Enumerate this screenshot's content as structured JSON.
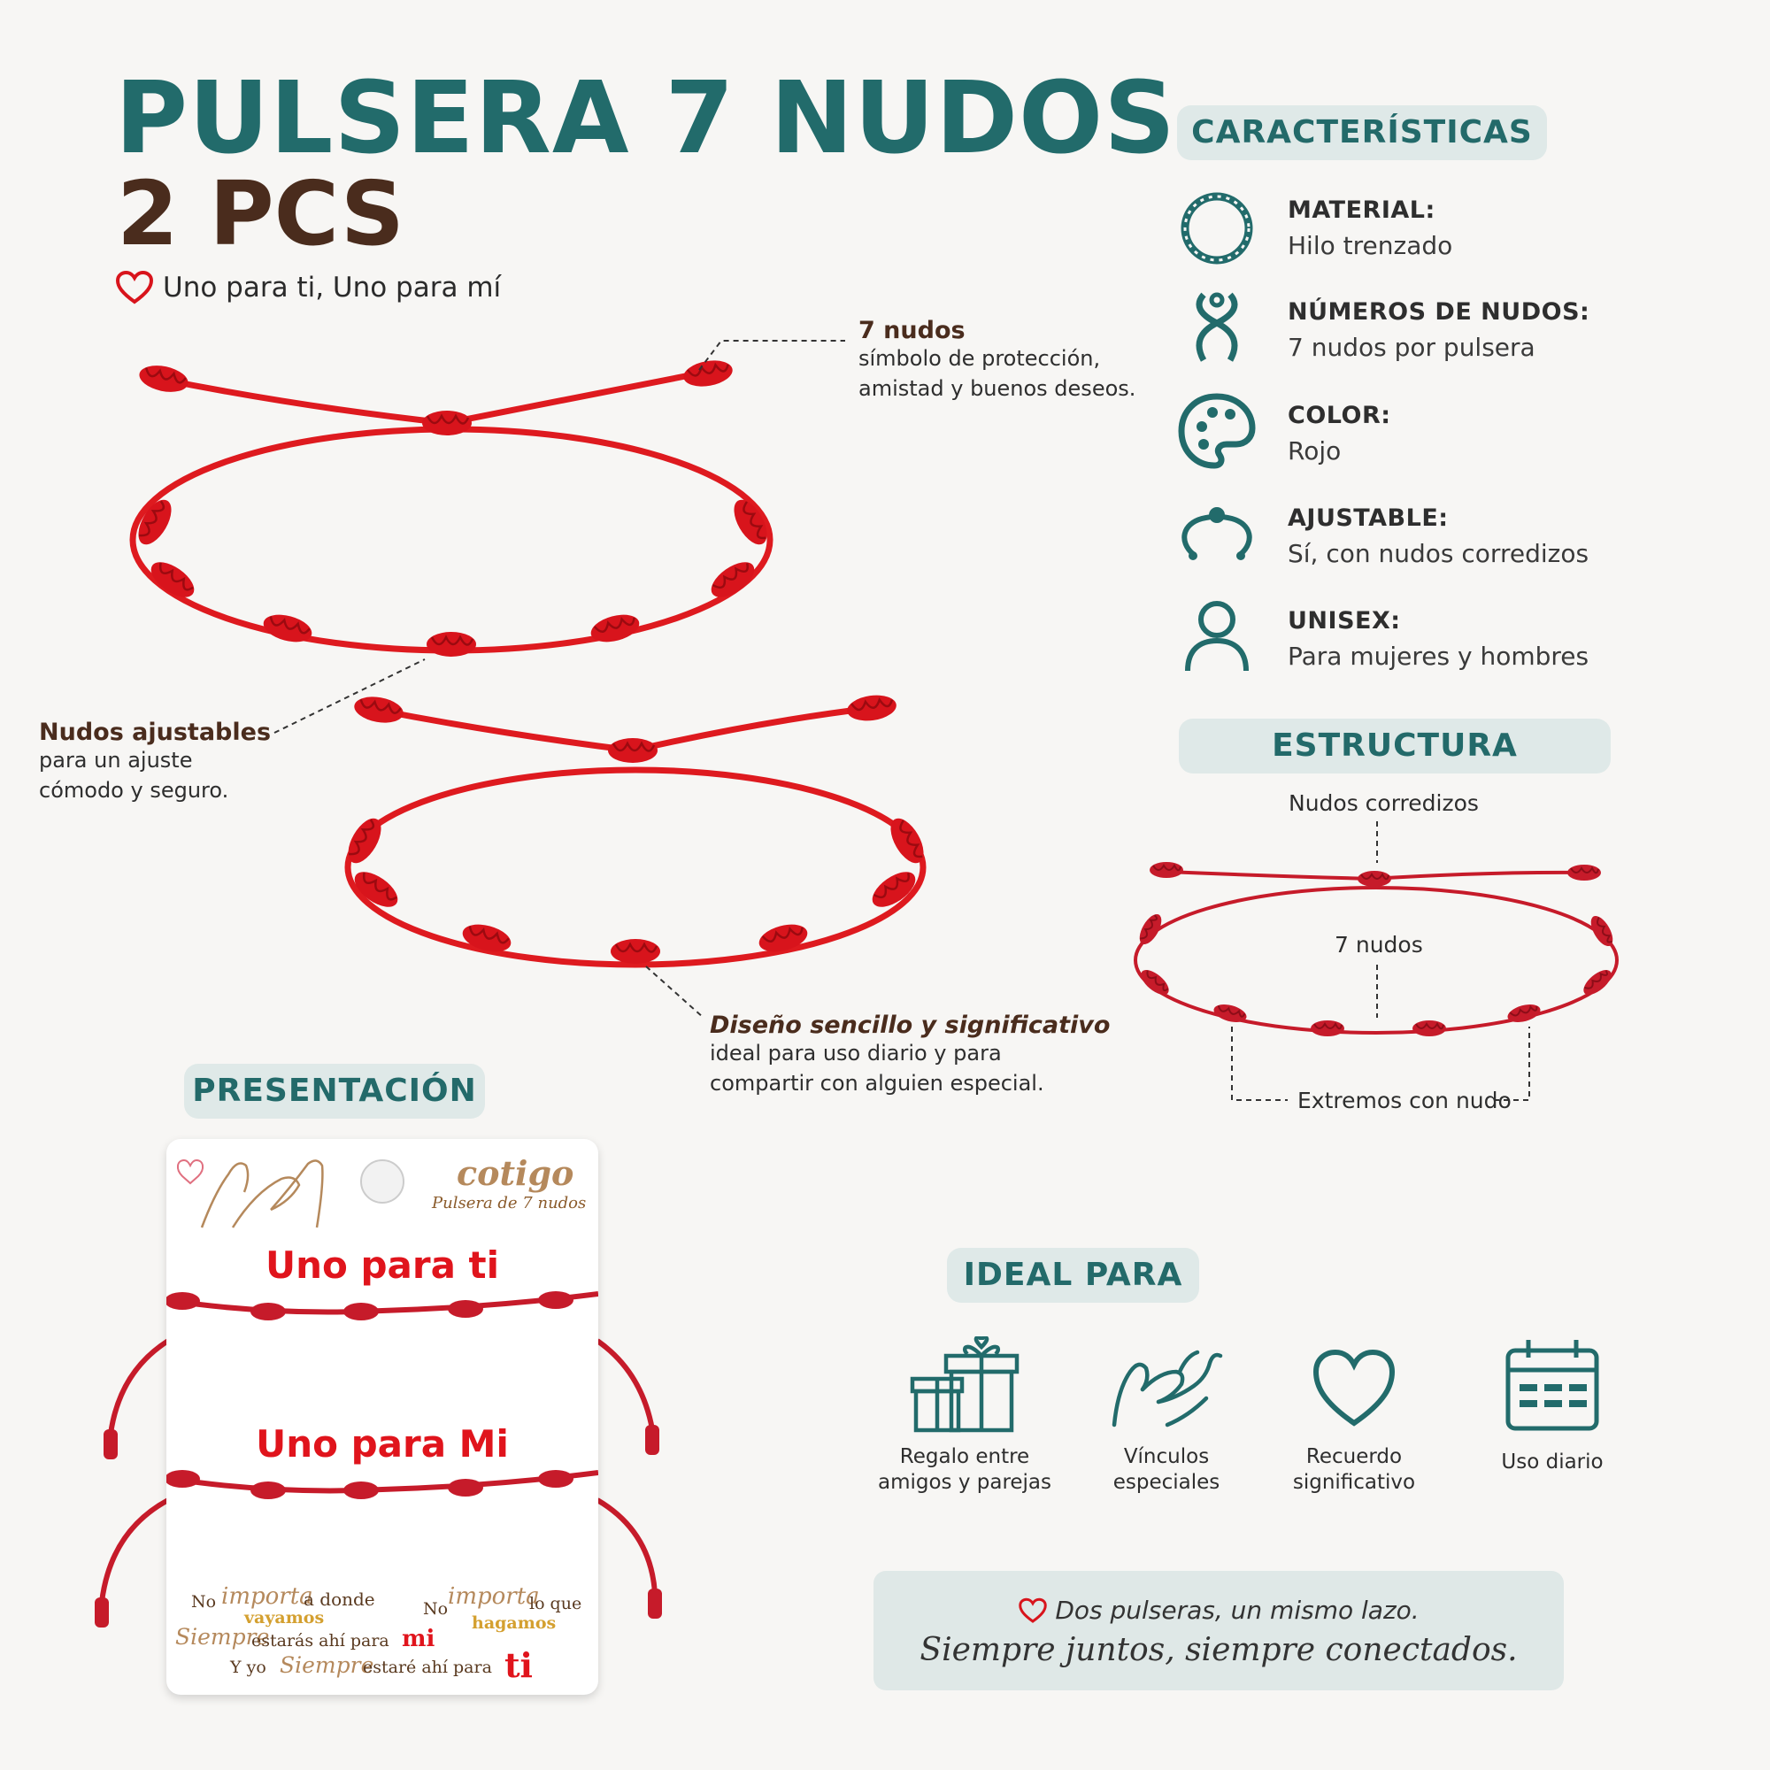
{
  "header": {
    "title": "PULSERA 7 NUDOS",
    "subtitle": "2 PCS",
    "tagline": "Uno para ti, Uno para mí"
  },
  "callouts": {
    "knots": {
      "title": "7 nudos",
      "line1": "símbolo de protección,",
      "line2": "amistad y buenos deseos."
    },
    "adjustable": {
      "title": "Nudos ajustables",
      "line1": "para un ajuste",
      "line2": "cómodo y seguro."
    },
    "design": {
      "title": "Diseño sencillo y significativo",
      "line1": "ideal para uso diario y para",
      "line2": "compartir con alguien especial."
    }
  },
  "features": {
    "heading": "CARACTERÍSTICAS",
    "items": [
      {
        "label": "MATERIAL:",
        "value": "Hilo trenzado",
        "icon": "rope-ring-icon"
      },
      {
        "label": "NÚMEROS DE NUDOS:",
        "value": "7 nudos por pulsera",
        "icon": "knot-icon"
      },
      {
        "label": "COLOR:",
        "value": "Rojo",
        "icon": "palette-icon"
      },
      {
        "label": "AJUSTABLE:",
        "value": "Sí, con nudos corredizos",
        "icon": "adjustable-cord-icon"
      },
      {
        "label": "UNISEX:",
        "value": "Para mujeres y hombres",
        "icon": "person-icon"
      }
    ]
  },
  "structure": {
    "heading": "ESTRUCTURA",
    "sliding": "Nudos corredizos",
    "knots": "7 nudos",
    "ends": "Extremos con nudo"
  },
  "presentation": {
    "heading": "PRESENTACIÓN",
    "brand": "cotigo",
    "product": "Pulsera de 7 nudos",
    "line_top": "Uno para ti",
    "line_bottom": "Uno para Mi",
    "quote_no1": "No",
    "quote_importa1": "importa",
    "quote_a_donde": "a donde",
    "quote_vayamos": "vayamos",
    "quote_no2": "No",
    "quote_importa2": "importa",
    "quote_lo_que": "lo que",
    "quote_hagamos": "hagamos",
    "quote_siempre1": "Siempre",
    "quote_estaras": "estarás ahí para",
    "quote_mi": "mi",
    "quote_y_yo": "Y yo",
    "quote_siempre2": "Siempre",
    "quote_estare": "estaré ahí para",
    "quote_ti": "ti"
  },
  "ideal": {
    "heading": "IDEAL PARA",
    "items": [
      {
        "line1": "Regalo entre",
        "line2": "amigos y parejas",
        "icon": "gift-icon"
      },
      {
        "line1": "Vínculos",
        "line2": "especiales",
        "icon": "pinky-promise-icon"
      },
      {
        "line1": "Recuerdo",
        "line2": "significativo",
        "icon": "heart-icon"
      },
      {
        "line1": "Uso diario",
        "line2": "",
        "icon": "calendar-icon"
      }
    ]
  },
  "closing": {
    "line1": "Dos pulseras, un mismo lazo.",
    "line2": "Siempre juntos, siempre conectados."
  },
  "colors": {
    "teal": "#226b6b",
    "brown": "#4a2c1d",
    "red": "#d8141c",
    "pill": "#dfe9e8"
  }
}
